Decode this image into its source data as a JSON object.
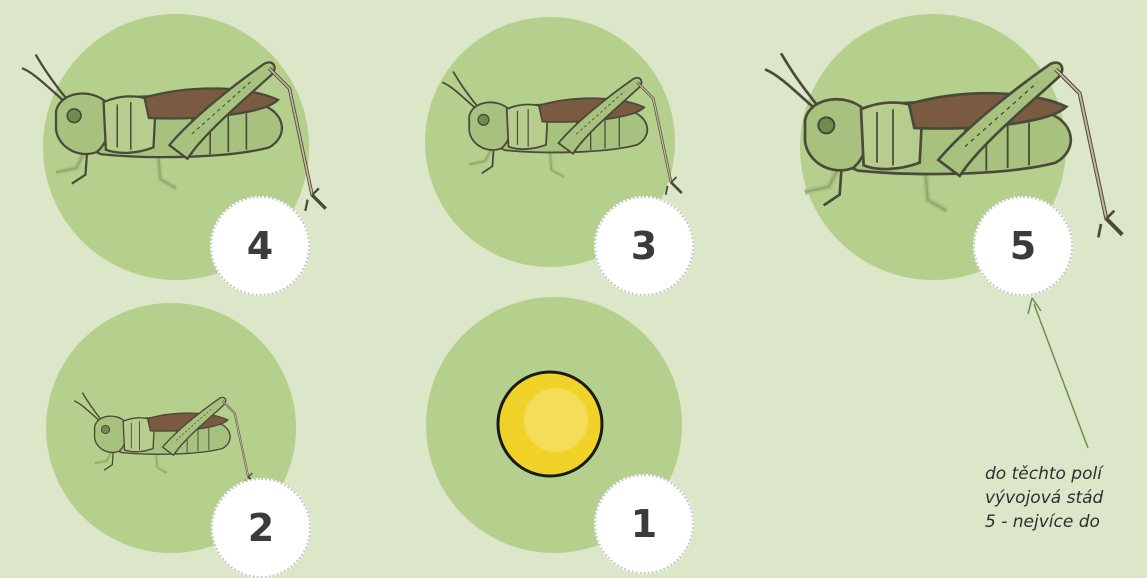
{
  "stages": [
    {
      "number": "4",
      "stage": "nymph-large"
    },
    {
      "number": "3",
      "stage": "nymph-medium"
    },
    {
      "number": "5",
      "stage": "adult"
    },
    {
      "number": "2",
      "stage": "nymph-small"
    },
    {
      "number": "1",
      "stage": "egg"
    }
  ],
  "note": {
    "line1": "do těchto polí",
    "line2": "vývojová stád",
    "line3": "5 - nejvíce do"
  },
  "colors": {
    "background": "#dce6c8",
    "disc": "#b5cf8c",
    "badge": "#ffffff",
    "egg": "#f0d228",
    "grasshopper_body": "#a7c27e",
    "grasshopper_wing": "#7a5a40"
  }
}
